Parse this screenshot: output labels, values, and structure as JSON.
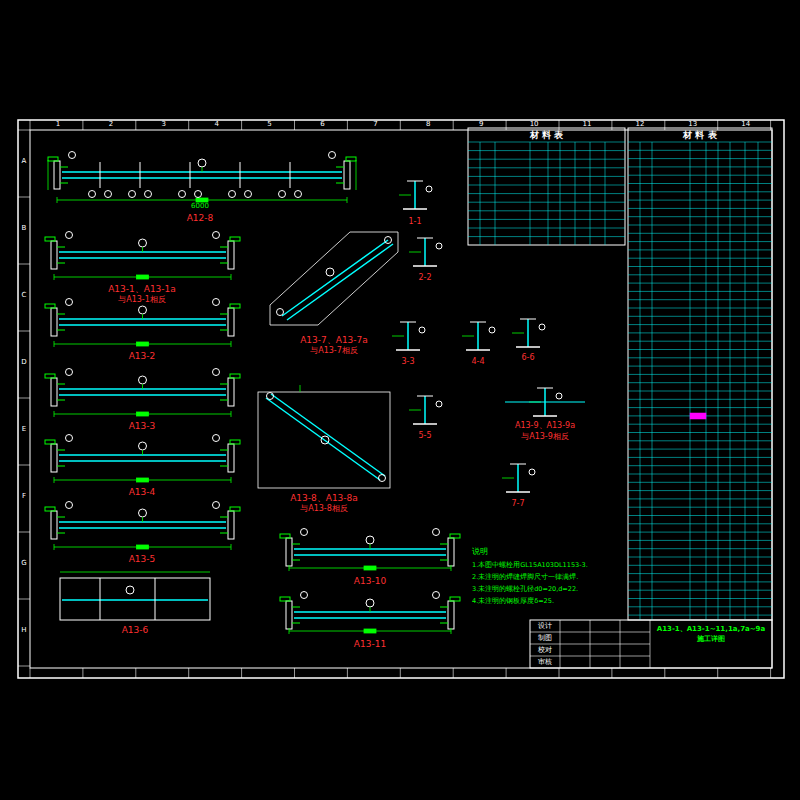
{
  "diagram": {
    "nodes": [
      {
        "text": [
          "材 料 表"
        ]
      },
      {
        "text": [
          "材 料 表"
        ]
      },
      {
        "text": [
          "A13-1、A13-1~11,1a,7a~9a 施工详图"
        ]
      }
    ],
    "labels": [
      "1",
      "2",
      "3",
      "4",
      "5",
      "6",
      "7",
      "8",
      "9",
      "10",
      "11",
      "12",
      "13",
      "14",
      "A",
      "B",
      "C",
      "D",
      "E",
      "F",
      "G",
      "H",
      "A12-8",
      "6000",
      "A13-1、A13-1a",
      "与A13-1相反",
      "A13-2",
      "A13-3",
      "A13-4",
      "A13-5",
      "A13-6",
      "A13-7、A13-7a",
      "与A13-7相反",
      "A13-8、A13-8a",
      "与A13-8相反",
      "A13-10",
      "A13-11",
      "1-1",
      "2-2",
      "3-3",
      "4-4",
      "6-6",
      "5-5",
      "A13-9、A13-9a",
      "与A13-9相反",
      "7-7",
      "说明",
      "1.本图中螺栓用GL15A103DL1153-3.",
      "2.未注明的焊缝焊脚尺寸一律满焊.",
      "3.未注明的螺栓孔径d0=20,d=22.",
      "4.未注明的钢板厚度δ=25.",
      "设计",
      "制图",
      "校对",
      "审核"
    ]
  }
}
